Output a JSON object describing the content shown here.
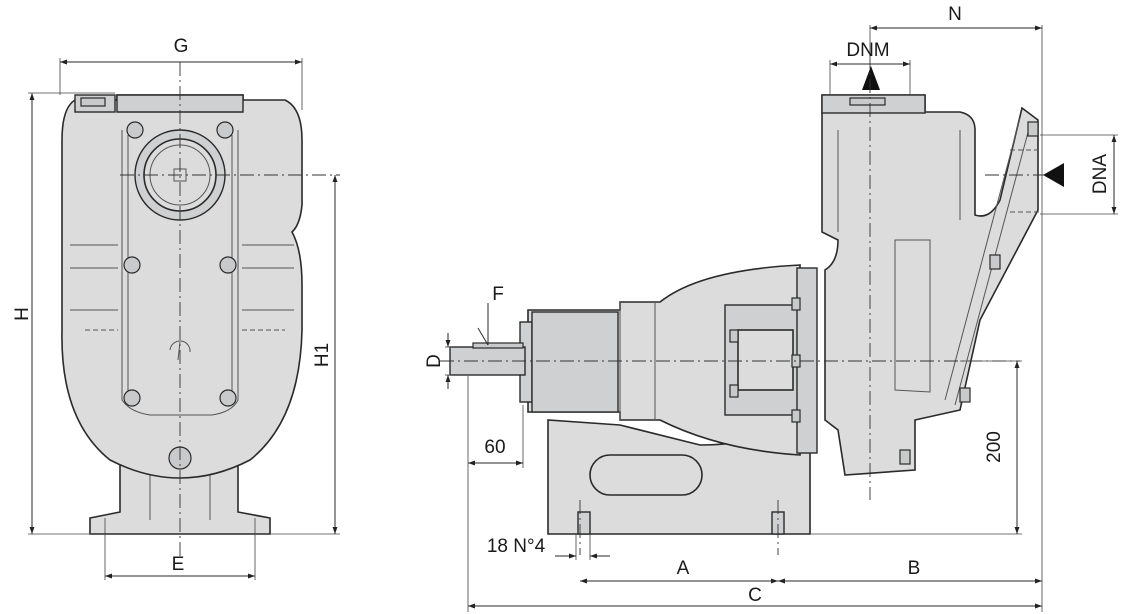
{
  "labels": {
    "G": "G",
    "H": "H",
    "H1": "H1",
    "E": "E",
    "N": "N",
    "DNM": "DNM",
    "DNA": "DNA",
    "F": "F",
    "D": "D",
    "sixty": "60",
    "two_hundred": "200",
    "holes": "18 N°4",
    "A": "A",
    "B": "B",
    "C": "C"
  },
  "colors": {
    "casting": "#dcdcdd",
    "line": "#2a2a2a",
    "background": "#ffffff"
  }
}
